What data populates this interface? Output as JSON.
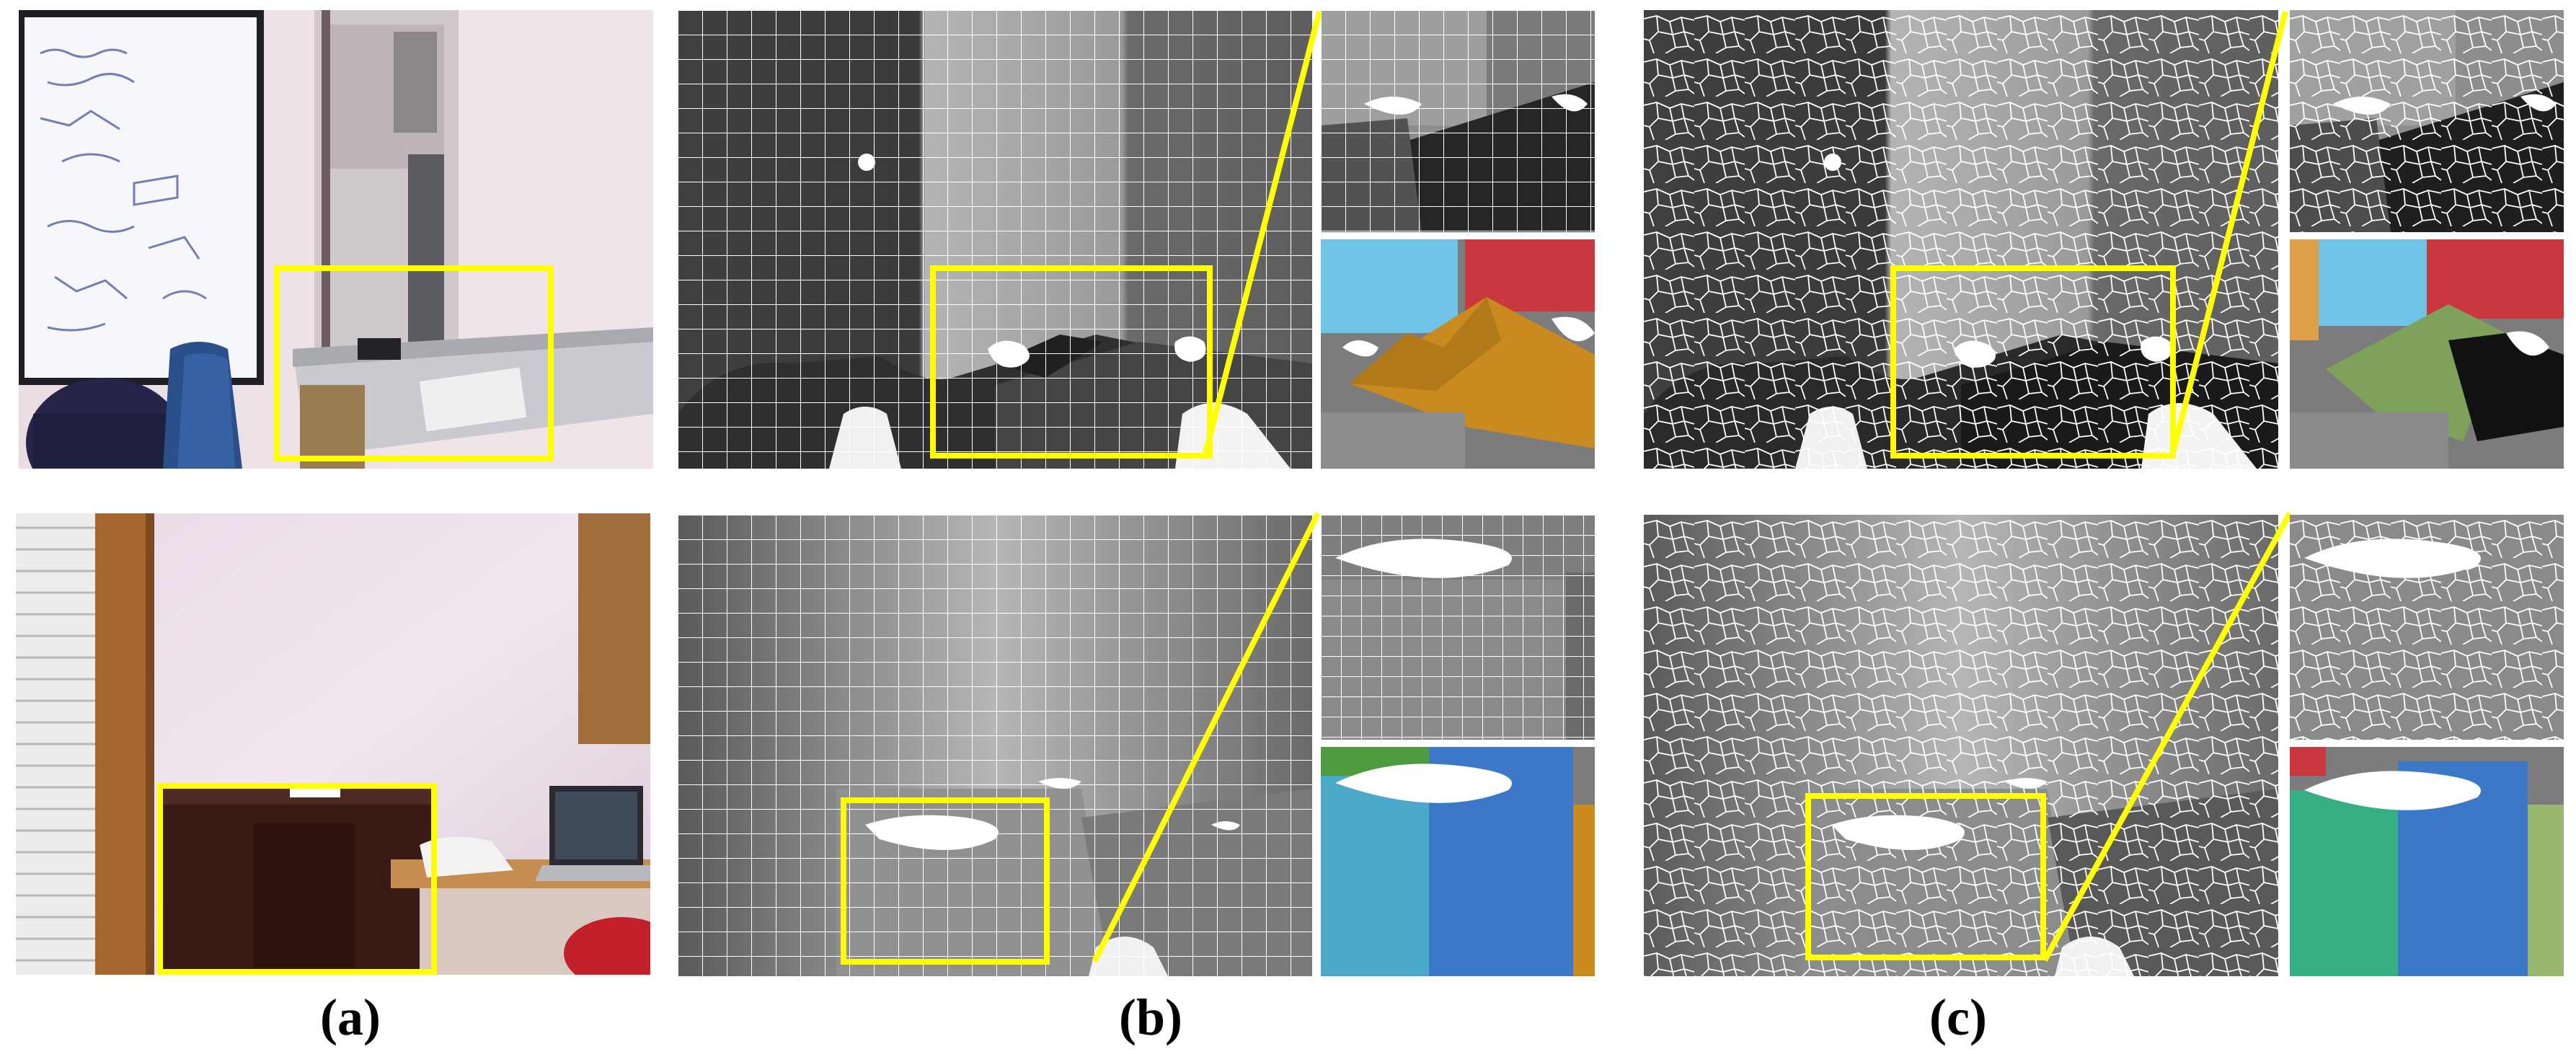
{
  "figure": {
    "captions": [
      "(a)",
      "(b)",
      "(c)"
    ],
    "highlight_color": "#ffff00",
    "rows": 2,
    "columns": [
      {
        "panel": "a",
        "content": "rgb-image"
      },
      {
        "panel": "b",
        "content": "depth-map-with-uniform-grid",
        "zoom_views": [
          "grid-zoom",
          "color-segmentation-zoom"
        ]
      },
      {
        "panel": "c",
        "content": "depth-map-with-irregular-superpixels",
        "zoom_views": [
          "superpixel-zoom",
          "color-segmentation-zoom"
        ]
      }
    ],
    "segment_colors_row1_b": [
      "#6ec3e6",
      "#c9383f",
      "#c98a20"
    ],
    "segment_colors_row1_c": [
      "#6ec3e6",
      "#c9383f",
      "#7fa25a",
      "#e0a04a"
    ],
    "segment_colors_row2_b": [
      "#4aa9c8",
      "#3c78c8",
      "#4d9a3f",
      "#c98a20"
    ],
    "segment_colors_row2_c": [
      "#36b082",
      "#3c78c8",
      "#c9383f",
      "#97b86e"
    ]
  }
}
